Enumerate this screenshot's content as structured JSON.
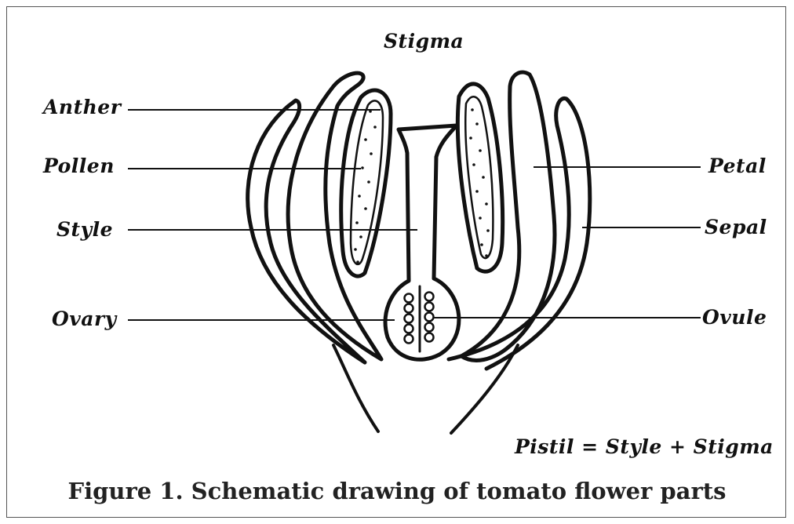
{
  "labels": {
    "stigma": "Stigma",
    "anther": "Anther",
    "pollen": "Pollen",
    "style": "Style",
    "ovary": "Ovary",
    "petal": "Petal",
    "sepal": "Sepal",
    "ovule": "Ovule"
  },
  "equation": "Pistil = Style + Stigma",
  "caption": "Figure 1. Schematic drawing of tomato flower parts",
  "colors": {
    "ink": "#111111",
    "frame": "#555555",
    "background": "#ffffff"
  }
}
